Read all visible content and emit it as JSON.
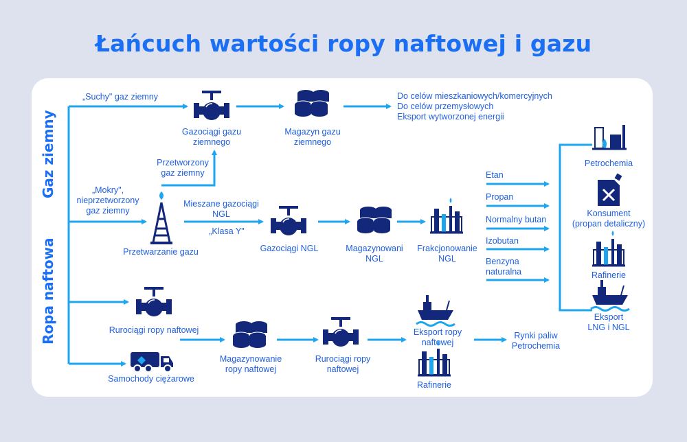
{
  "title": "Łańcuch wartości ropy naftowej i gazu",
  "section_labels": {
    "gas": "Gaz ziemny",
    "oil": "Ropa naftowa"
  },
  "colors": {
    "accent": "#1b6ff5",
    "arrow": "#1ea5f0",
    "icon_dark": "#13287a",
    "text": "#1f5fe0",
    "background": "#dde2ee",
    "card": "#ffffff"
  },
  "labels": {
    "dry_gas": "„Suchy\" gaz ziemny",
    "gas_pipelines_1": "Gazociągi gazu",
    "gas_pipelines_2": "ziemnego",
    "gas_storage_1": "Magazyn gazu",
    "gas_storage_2": "ziemnego",
    "uses_1": "Do celów mieszkaniowych/komercyjnych",
    "uses_2": "Do celów przemysłowych",
    "uses_3": "Eksport wytworzonej energii",
    "processed_1": "Przetworzony",
    "processed_2": "gaz ziemny",
    "wet_1": "„Mokry\",",
    "wet_2": "nieprzetworzony",
    "wet_3": "gaz ziemny",
    "mixed_1": "Mieszane gazociągi",
    "mixed_2": "NGL",
    "mixed_3": "„Klasa Y\"",
    "gas_processing": "Przetwarzanie gazu",
    "ngl_pipelines": "Gazociągi NGL",
    "ngl_storage_1": "Magazynowani",
    "ngl_storage_2": "NGL",
    "fractionation_1": "Frakcjonowanie",
    "fractionation_2": "NGL",
    "ethane": "Etan",
    "propane": "Propan",
    "butane": "Normalny butan",
    "isobutane": "Izobutan",
    "gasoline_1": "Benzyna",
    "gasoline_2": "naturalna",
    "petrochem": "Petrochemia",
    "consumer_1": "Konsument",
    "consumer_2": "(propan detaliczny)",
    "refineries_r": "Rafinerie",
    "export_lng_1": "Eksport",
    "export_lng_2": "LNG i NGL",
    "oil_pipelines": "Rurociągi ropy naftowej",
    "trucks": "Samochody ciężarowe",
    "oil_storage_1": "Magazynowanie",
    "oil_storage_2": "ropy naftowej",
    "oil_pipelines2_1": "Rurociągi ropy",
    "oil_pipelines2_2": "naftowej",
    "oil_export_1": "Eksport ropy",
    "oil_export_2": "naftowej",
    "refineries_b": "Rafinerie",
    "fuel_1": "Rynki paliw",
    "fuel_2": "Petrochemia"
  }
}
